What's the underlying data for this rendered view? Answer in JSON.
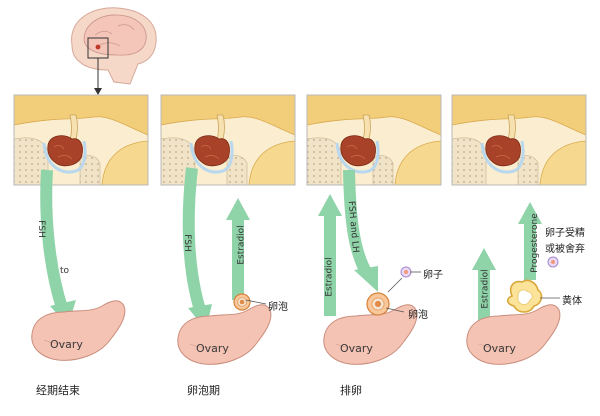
{
  "colors": {
    "arrow": "#8fd3a8",
    "arrow_edge": "#6bbf8b",
    "ovary": "#f4c3b3",
    "ovary_edge": "#c98d7c",
    "bone": "#f0e3c8",
    "tissue": "#f2cd7a",
    "gland": "#a8432a",
    "panel_border": "#b8b8b8",
    "follicle": "#f3a15e",
    "egg": "#c8b5e6"
  },
  "icons": [
    "brain-icon",
    "pituitary-icon",
    "ovary-icon",
    "follicle-icon",
    "egg-icon",
    "corpus-luteum-icon"
  ],
  "stages": [
    {
      "caption": "经期结束",
      "ovary_label": "Ovary",
      "arrows": [
        {
          "text": "FSH",
          "direction": "down"
        },
        {
          "text": "to",
          "direction": "none"
        }
      ],
      "structure_labels": []
    },
    {
      "caption": "卵泡期",
      "ovary_label": "Ovary",
      "arrows": [
        {
          "text": "FSH",
          "direction": "down"
        },
        {
          "text": "Estradiol",
          "direction": "up"
        }
      ],
      "structure_labels": [
        "卵泡"
      ]
    },
    {
      "caption": "排卵",
      "ovary_label": "Ovary",
      "arrows": [
        {
          "text": "Estradiol",
          "direction": "up"
        },
        {
          "text": "FSH and LH",
          "direction": "down"
        }
      ],
      "structure_labels": [
        "卵子",
        "卵泡"
      ]
    },
    {
      "caption": "",
      "ovary_label": "Ovary",
      "arrows": [
        {
          "text": "Estradiol",
          "direction": "up"
        },
        {
          "text": "Progesterone",
          "direction": "up"
        }
      ],
      "structure_labels": [
        "卵子受精",
        "或被舍弃",
        "黄体"
      ]
    }
  ]
}
